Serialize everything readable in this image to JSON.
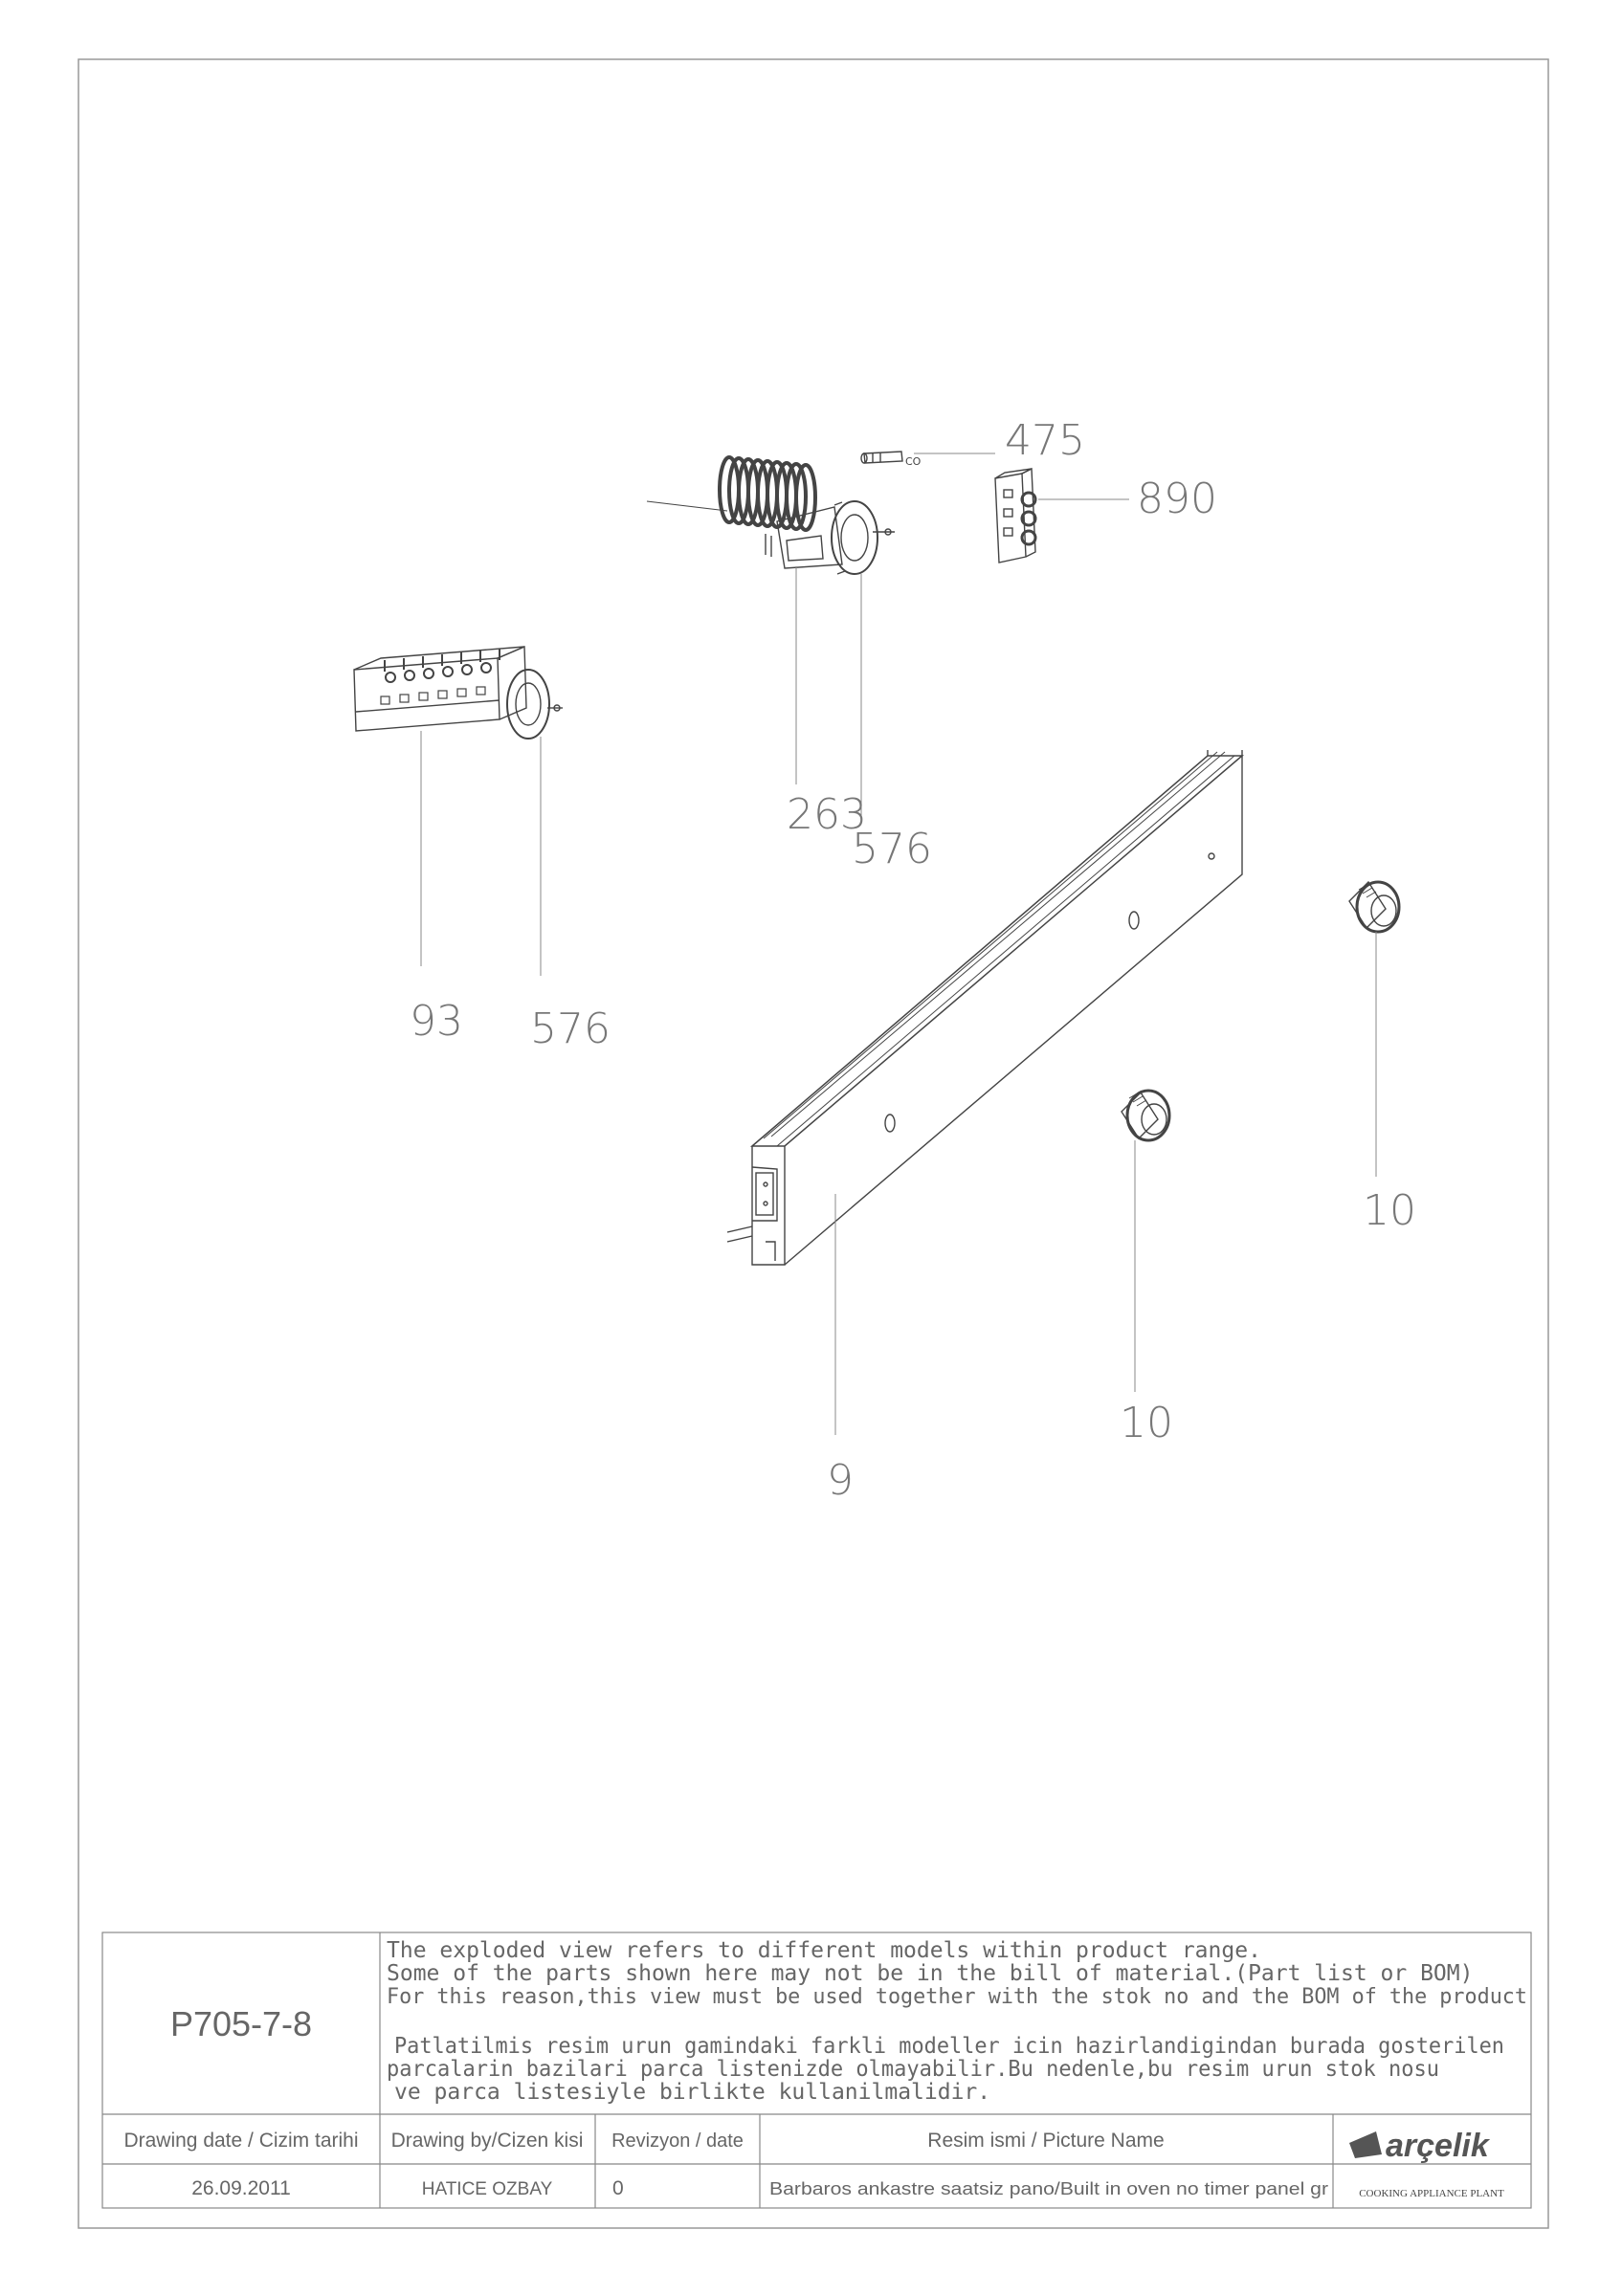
{
  "drawing": {
    "part_labels": {
      "p475": "475",
      "p890": "890",
      "p263": "263",
      "p576a": "576",
      "p93": "93",
      "p576b": "576",
      "p10a": "10",
      "p10b": "10",
      "p9": "9"
    },
    "small_mark": "CO"
  },
  "title_block": {
    "drawing_no": "P705-7-8",
    "note_en": [
      "The exploded view refers to different models within product range.",
      "Some of the parts shown here may not be in the bill of material.(Part list or BOM)",
      "For this reason,this view must be used together with the stok no and the BOM of the product"
    ],
    "note_tr": [
      "Patlatilmis resim urun gamindaki farkli modeller icin hazirlandigindan burada gosterilen",
      "parcalarin bazilari parca listenizde olmayabilir.Bu nedenle,bu resim urun stok nosu",
      "ve parca listesiyle birlikte kullanilmalidir."
    ],
    "headers": {
      "date": "Drawing date / Cizim tarihi",
      "by": "Drawing by/Cizen kisi",
      "rev": "Revizyon / date",
      "name": "Resim ismi / Picture Name"
    },
    "values": {
      "date": "26.09.2011",
      "by": "HATICE OZBAY",
      "rev": "0",
      "name": "Barbaros ankastre saatsiz pano/Built in oven no timer panel gr"
    },
    "logo": {
      "brand": "arçelik",
      "subtitle": "COOKING APPLIANCE PLANT"
    }
  }
}
